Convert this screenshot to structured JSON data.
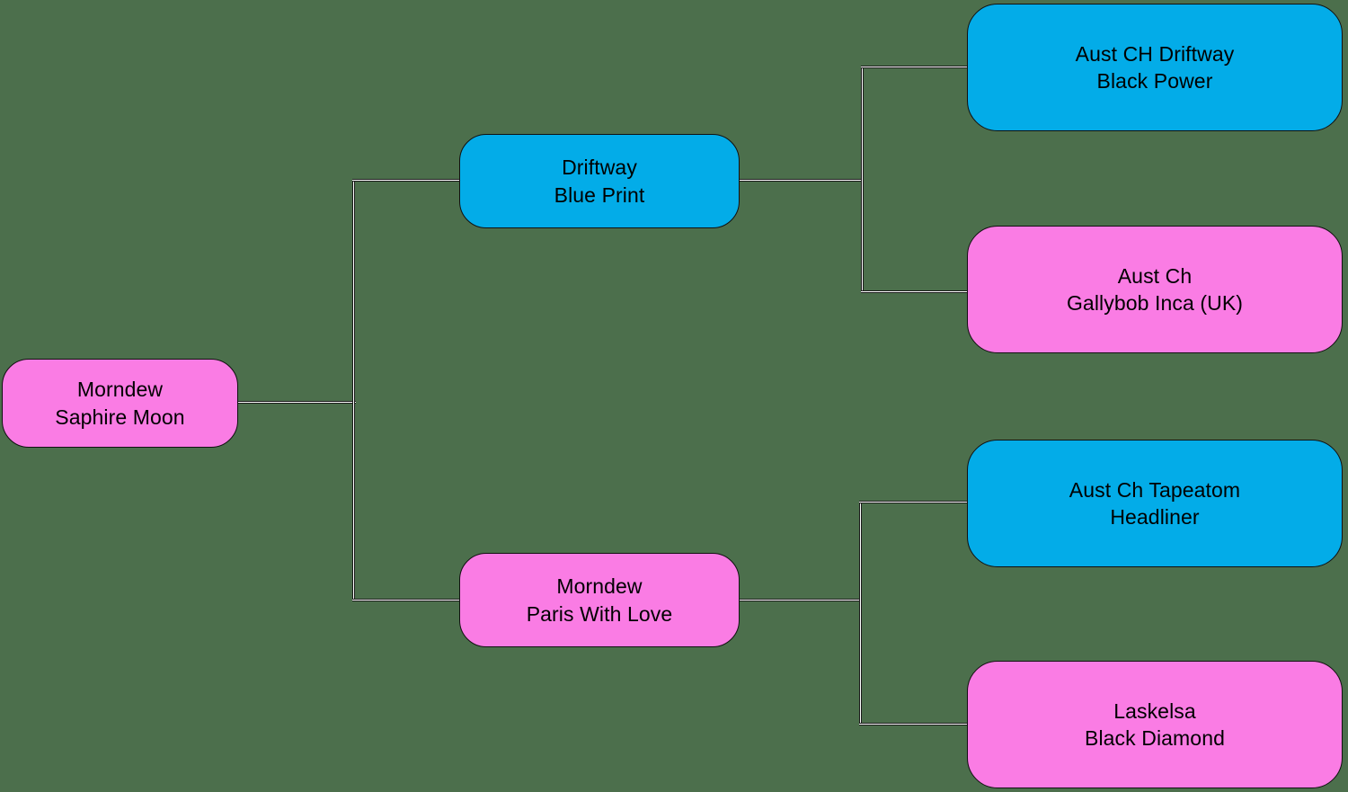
{
  "chart": {
    "type": "pedigree-tree",
    "background_color": "#4c6f4c",
    "connector_color": "#ffffff",
    "connector_outline_color": "#1b1b1b",
    "colors": {
      "male_blue": "#03ace8",
      "female_pink": "#fa7ce4",
      "text": "#000000"
    },
    "generations": 3
  },
  "nodes": {
    "root": {
      "line1": "Morndew",
      "line2": "Saphire Moon",
      "color": "pink",
      "generation": 1
    },
    "gen2": [
      {
        "line1": "Driftway",
        "line2": "Blue Print",
        "color": "blue",
        "generation": 2,
        "role": "sire"
      },
      {
        "line1": "Morndew",
        "line2": "Paris With Love",
        "color": "pink",
        "generation": 2,
        "role": "dam"
      }
    ],
    "gen3": [
      {
        "line1": "Aust CH Driftway",
        "line2": "Black Power",
        "color": "blue",
        "generation": 3,
        "role": "sire-sire"
      },
      {
        "line1": "Aust Ch",
        "line2": "Gallybob Inca (UK)",
        "color": "pink",
        "generation": 3,
        "role": "sire-dam"
      },
      {
        "line1": "Aust Ch Tapeatom",
        "line2": "Headliner",
        "color": "blue",
        "generation": 3,
        "role": "dam-sire"
      },
      {
        "line1": "Laskelsa",
        "line2": "Black Diamond",
        "color": "pink",
        "generation": 3,
        "role": "dam-dam"
      }
    ]
  }
}
